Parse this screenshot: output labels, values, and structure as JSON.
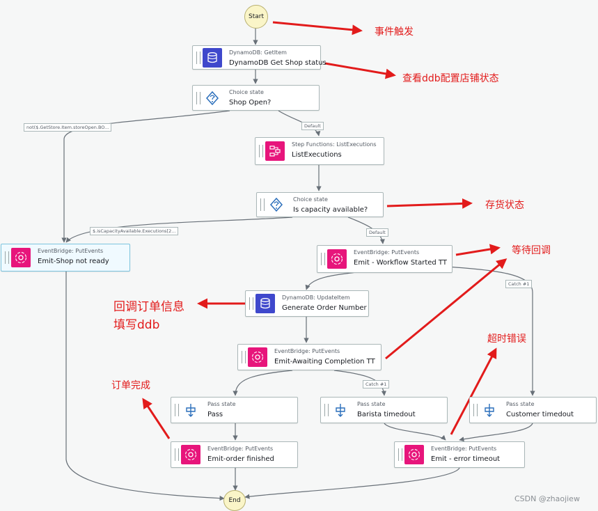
{
  "workflow": {
    "start_label": "Start",
    "end_label": "End",
    "nodes": {
      "get_shop": {
        "type": "DynamoDB: GetItem",
        "name": "DynamoDB Get Shop status"
      },
      "shop_open": {
        "type": "Choice state",
        "name": "Shop Open?"
      },
      "list_exec": {
        "type": "Step Functions: ListExecutions",
        "name": "ListExecutions"
      },
      "capacity": {
        "type": "Choice state",
        "name": "Is capacity available?"
      },
      "shop_not_ready": {
        "type": "EventBridge: PutEvents",
        "name": "Emit-Shop not ready"
      },
      "wf_started": {
        "type": "EventBridge: PutEvents",
        "name": "Emit - Workflow Started TT"
      },
      "gen_order": {
        "type": "DynamoDB: UpdateItem",
        "name": "Generate Order Number"
      },
      "awaiting": {
        "type": "EventBridge: PutEvents",
        "name": "Emit-Awaiting Completion TT"
      },
      "pass": {
        "type": "Pass state",
        "name": "Pass"
      },
      "barista": {
        "type": "Pass state",
        "name": "Barista timedout"
      },
      "customer": {
        "type": "Pass state",
        "name": "Customer timedout"
      },
      "order_finished": {
        "type": "EventBridge: PutEvents",
        "name": "Emit-order finished"
      },
      "error_timeout": {
        "type": "EventBridge: PutEvents",
        "name": "Emit - error timeout"
      }
    },
    "edge_labels": {
      "not_open": "not($.GetStore.Item.storeOpen.BO...",
      "default1": "Default",
      "not_capacity": "$.isCapacityAvailable.Executions[2...",
      "default2": "Default",
      "catch1": "Catch #1",
      "catch2": "Catch #1"
    }
  },
  "annotations": {
    "event_trigger": "事件触发",
    "check_ddb": "查看ddb配置店铺状态",
    "stock_status": "存货状态",
    "wait_callback": "等待回调",
    "callback_order_1": "回调订单信息",
    "callback_order_2": "填写ddb",
    "timeout_error": "超时错误",
    "order_done": "订单完成"
  },
  "watermark": "CSDN @zhaojiew",
  "colors": {
    "eventbridge": "#e7157b",
    "dynamodb": "#3f48cc",
    "annotation": "#e21b1b",
    "terminal": "#faf5c8"
  },
  "icons": {
    "eventbridge": "eventbridge-icon",
    "dynamodb": "dynamodb-icon",
    "choice": "choice-icon",
    "stepfunctions": "step-functions-icon",
    "pass": "pass-icon"
  }
}
